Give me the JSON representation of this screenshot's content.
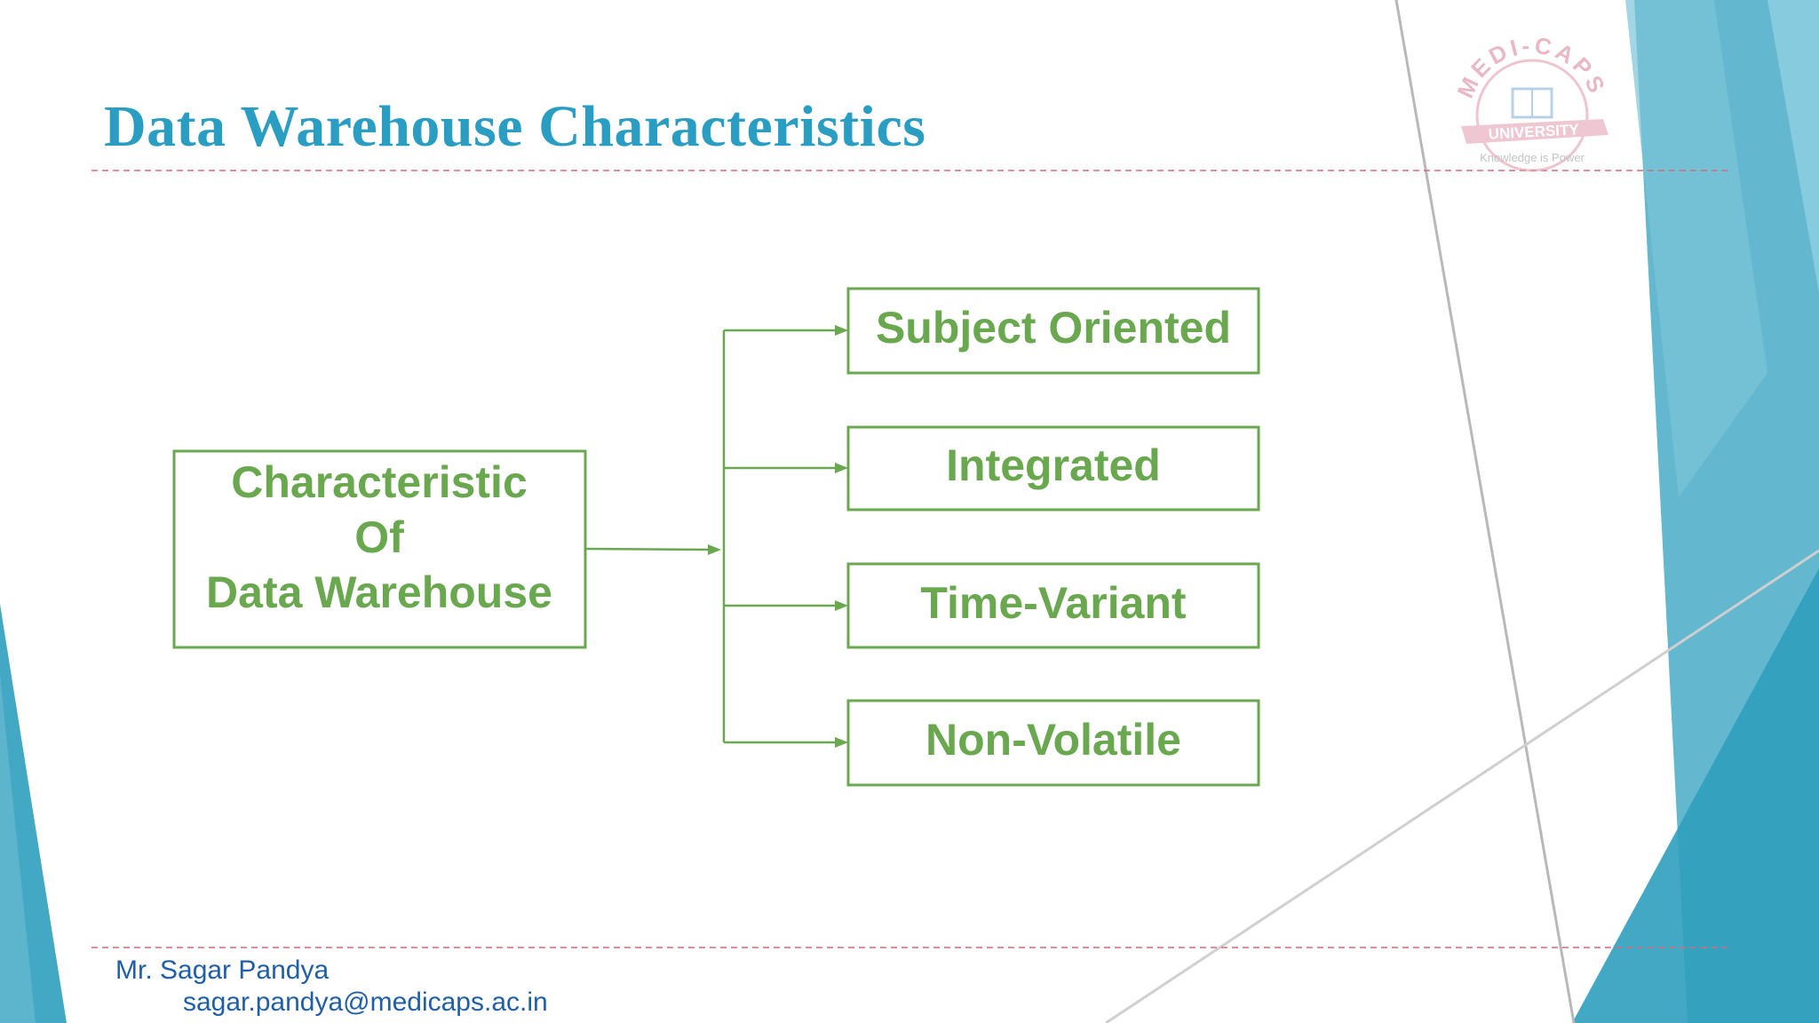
{
  "slide": {
    "title": "Data Warehouse Characteristics",
    "accent_color": "#2a9dc3",
    "diagram_color": "#6aa84f"
  },
  "logo": {
    "name": "MEDI-CAPS",
    "banner": "UNIVERSITY",
    "tagline": "Knowledge is Power"
  },
  "diagram": {
    "main_box": {
      "lines": [
        "Characteristic",
        "Of",
        "Data Warehouse"
      ]
    },
    "characteristics": [
      "Subject Oriented",
      "Integrated",
      "Time-Variant",
      "Non-Volatile"
    ]
  },
  "footer": {
    "author": "Mr. Sagar Pandya",
    "email": "sagar.pandya@medicaps.ac.in"
  }
}
